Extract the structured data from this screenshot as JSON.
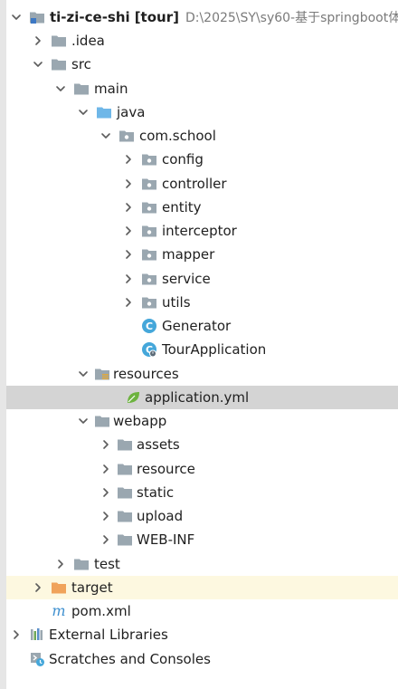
{
  "tree": {
    "rows": [
      {
        "label": "ti-zi-ce-shi",
        "badge": "[tour]",
        "path": "D:\\2025\\SY\\sy60-基于springboot体"
      },
      {
        "label": ".idea"
      },
      {
        "label": "src"
      },
      {
        "label": "main"
      },
      {
        "label": "java"
      },
      {
        "label": "com.school"
      },
      {
        "label": "config"
      },
      {
        "label": "controller"
      },
      {
        "label": "entity"
      },
      {
        "label": "interceptor"
      },
      {
        "label": "mapper"
      },
      {
        "label": "service"
      },
      {
        "label": "utils"
      },
      {
        "label": "Generator"
      },
      {
        "label": "TourApplication"
      },
      {
        "label": "resources"
      },
      {
        "label": "application.yml"
      },
      {
        "label": "webapp"
      },
      {
        "label": "assets"
      },
      {
        "label": "resource"
      },
      {
        "label": "static"
      },
      {
        "label": "upload"
      },
      {
        "label": "WEB-INF"
      },
      {
        "label": "test"
      },
      {
        "label": "target"
      },
      {
        "label": "pom.xml"
      },
      {
        "label": "External Libraries"
      },
      {
        "label": "Scratches and Consoles"
      }
    ]
  },
  "colors": {
    "folder": "#9aa7b0",
    "source_folder": "#6fb7e8",
    "excluded_folder": "#f0a35b",
    "selected_row": "#d4d4d4",
    "excluded_row": "#fdf8e0",
    "class_icon": "#45a7da",
    "spring_icon": "#6db33f",
    "maven_icon": "#3d8fcf"
  }
}
